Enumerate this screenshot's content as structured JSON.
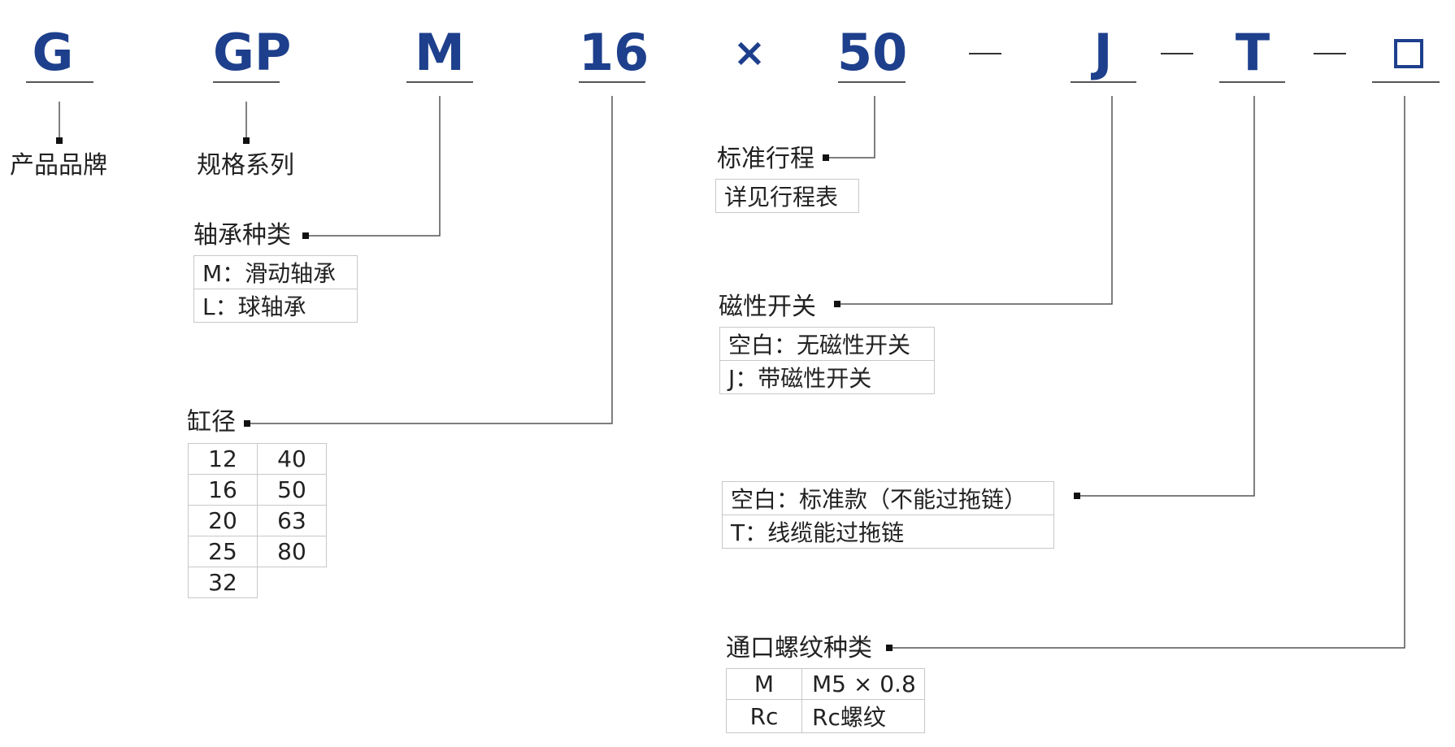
{
  "model_code": {
    "g": "G",
    "gp": "GP",
    "m": "M",
    "bore": "16",
    "times": "×",
    "stroke": "50",
    "j": "J",
    "t": "T"
  },
  "labels": {
    "brand": "产品品牌",
    "series": "规格系列",
    "bearing": "轴承种类",
    "bore": "缸径",
    "stroke": "标准行程",
    "switch": "磁性开关",
    "port": "通口螺纹种类"
  },
  "bearing_options": [
    {
      "text": "M：滑动轴承"
    },
    {
      "text": "L：球轴承"
    }
  ],
  "stroke_option": "详见行程表",
  "bore_table": [
    [
      "12",
      "40"
    ],
    [
      "16",
      "50"
    ],
    [
      "20",
      "63"
    ],
    [
      "25",
      "80"
    ],
    [
      "32",
      ""
    ]
  ],
  "switch_options": [
    {
      "text": "空白：无磁性开关"
    },
    {
      "text": "J：带磁性开关"
    }
  ],
  "cable_options": [
    {
      "text": "空白：标准款（不能过拖链）"
    },
    {
      "text": "T：线缆能过拖链"
    }
  ],
  "port_table": [
    [
      "M",
      "M5 × 0.8"
    ],
    [
      "Rc",
      "Rc螺纹"
    ]
  ],
  "colors": {
    "code": "#1d3f8c",
    "line": "#555555",
    "text": "#222222"
  }
}
